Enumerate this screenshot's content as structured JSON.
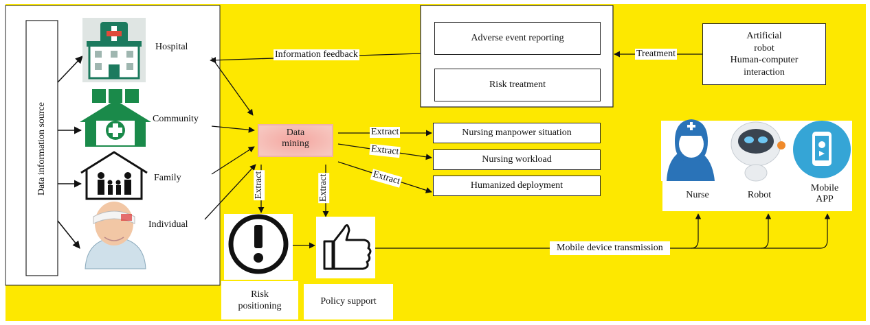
{
  "left_panel": {
    "source_label": "Data information source",
    "sources": [
      {
        "label": "Hospital",
        "icon": "hospital-icon"
      },
      {
        "label": "Community",
        "icon": "community-icon"
      },
      {
        "label": "Family",
        "icon": "family-icon"
      },
      {
        "label": "Individual",
        "icon": "patient-icon"
      }
    ]
  },
  "top": {
    "feedback_label": "Information feedback",
    "reporting_box": "Adverse event reporting",
    "risk_box": "Risk treatment",
    "treatment_label": "Treatment",
    "ai_box": "Artificial\nrobot\nHuman-computer\ninteraction"
  },
  "center": {
    "data_mining": "Data\nmining",
    "extract_label": "Extract",
    "outputs": [
      "Nursing manpower situation",
      "Nursing workload",
      "Humanized deployment"
    ]
  },
  "bottom": {
    "risk_label": "Risk\npositioning",
    "policy_label": "Policy support",
    "transmission_label": "Mobile device transmission"
  },
  "devices": [
    {
      "label": "Nurse",
      "icon": "nurse-icon"
    },
    {
      "label": "Robot",
      "icon": "robot-icon"
    },
    {
      "label": "Mobile\nAPP",
      "icon": "mobile-app-icon"
    }
  ],
  "colors": {
    "background": "#fde800",
    "data_mining_fill": "#f4a6a0",
    "hospital_green": "#1c7a5e",
    "nurse_blue": "#2a73b8",
    "app_blue": "#35a5d6"
  }
}
